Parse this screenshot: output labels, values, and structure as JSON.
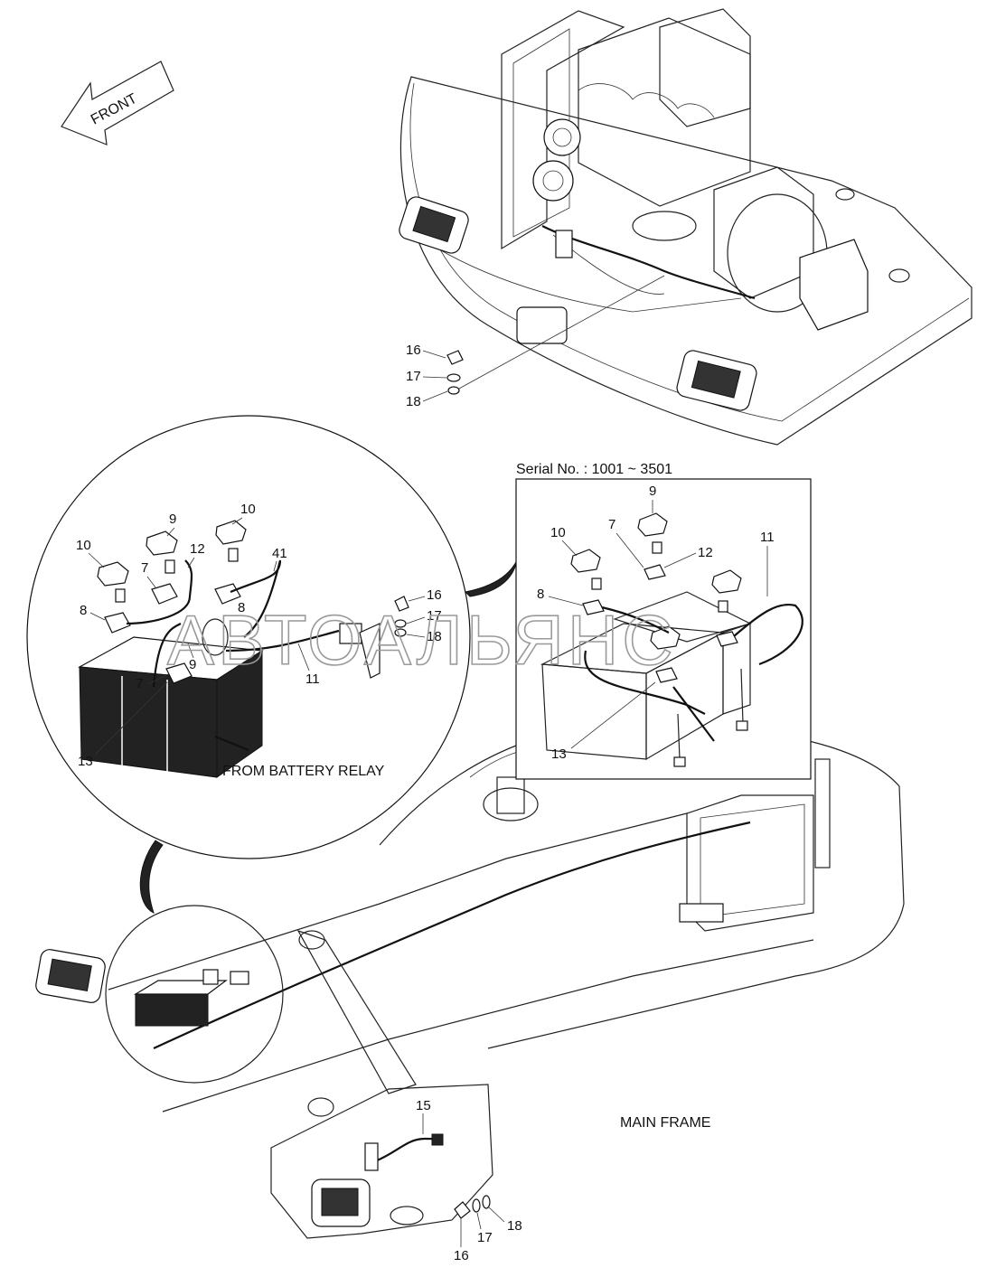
{
  "front_arrow": {
    "label": "FRONT"
  },
  "serial_box": {
    "label": "Serial No. : 1001 ~ 3501"
  },
  "captions": {
    "battery_relay": "FROM BATTERY RELAY",
    "main_frame": "MAIN FRAME"
  },
  "watermark": {
    "text": "АВТОАЛЬЯНС",
    "color": "#9a9a9a"
  },
  "callouts": {
    "top": [
      "16",
      "17",
      "18"
    ],
    "circle": [
      "10",
      "9",
      "10",
      "12",
      "41",
      "7",
      "8",
      "8",
      "16",
      "17",
      "18",
      "9",
      "7",
      "11",
      "13"
    ],
    "serial": [
      "9",
      "7",
      "10",
      "12",
      "11",
      "8",
      "13"
    ],
    "bottom": [
      "15",
      "18",
      "17",
      "16"
    ]
  }
}
